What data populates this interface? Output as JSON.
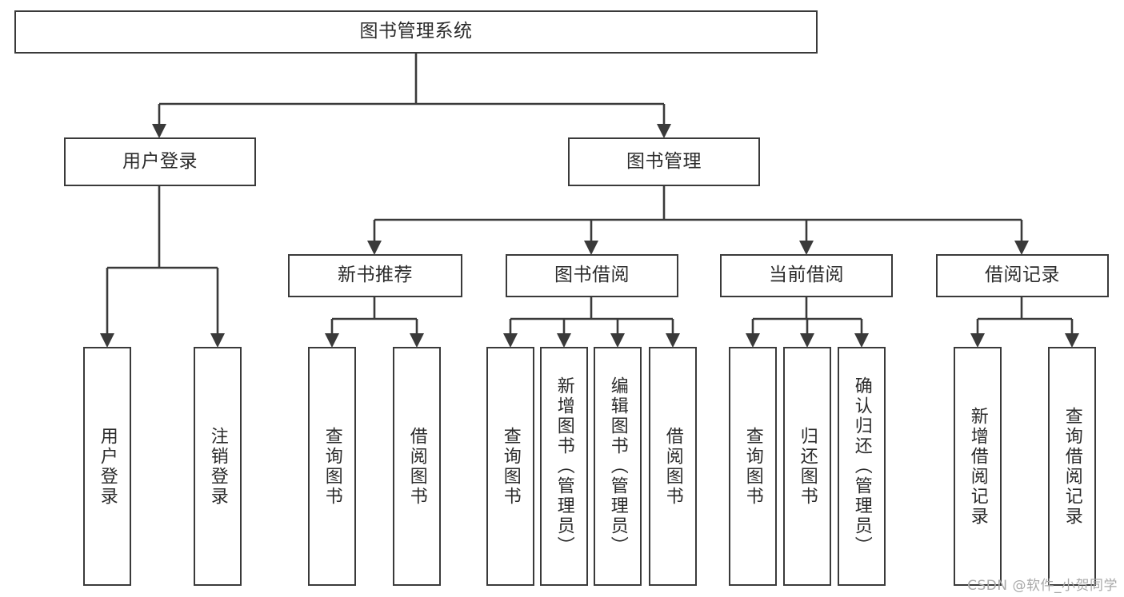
{
  "diagram": {
    "title": "图书管理系统",
    "type": "tree",
    "colors": {
      "stroke": "#3a3a3a",
      "fill": "#ffffff",
      "text": "#2b2b2b",
      "watermark": "#a9a9a9"
    },
    "root": {
      "label": "图书管理系统"
    },
    "level2": [
      {
        "label": "用户登录"
      },
      {
        "label": "图书管理"
      }
    ],
    "level3": [
      {
        "label": "新书推荐"
      },
      {
        "label": "图书借阅"
      },
      {
        "label": "当前借阅"
      },
      {
        "label": "借阅记录"
      }
    ],
    "leaves": {
      "user_login": [
        {
          "label": "用户登录"
        },
        {
          "label": "注销登录"
        }
      ],
      "new_book": [
        {
          "label": "查询图书"
        },
        {
          "label": "借阅图书"
        }
      ],
      "borrow_book": [
        {
          "label": "查询图书"
        },
        {
          "label": "新增图书（管理员）"
        },
        {
          "label": "编辑图书（管理员）"
        },
        {
          "label": "借阅图书"
        }
      ],
      "current_borrow": [
        {
          "label": "查询图书"
        },
        {
          "label": "归还图书"
        },
        {
          "label": "确认归还（管理员）"
        }
      ],
      "borrow_record": [
        {
          "label": "新增借阅记录"
        },
        {
          "label": "查询借阅记录"
        }
      ]
    },
    "watermark": "CSDN @软件_小贺同学"
  }
}
